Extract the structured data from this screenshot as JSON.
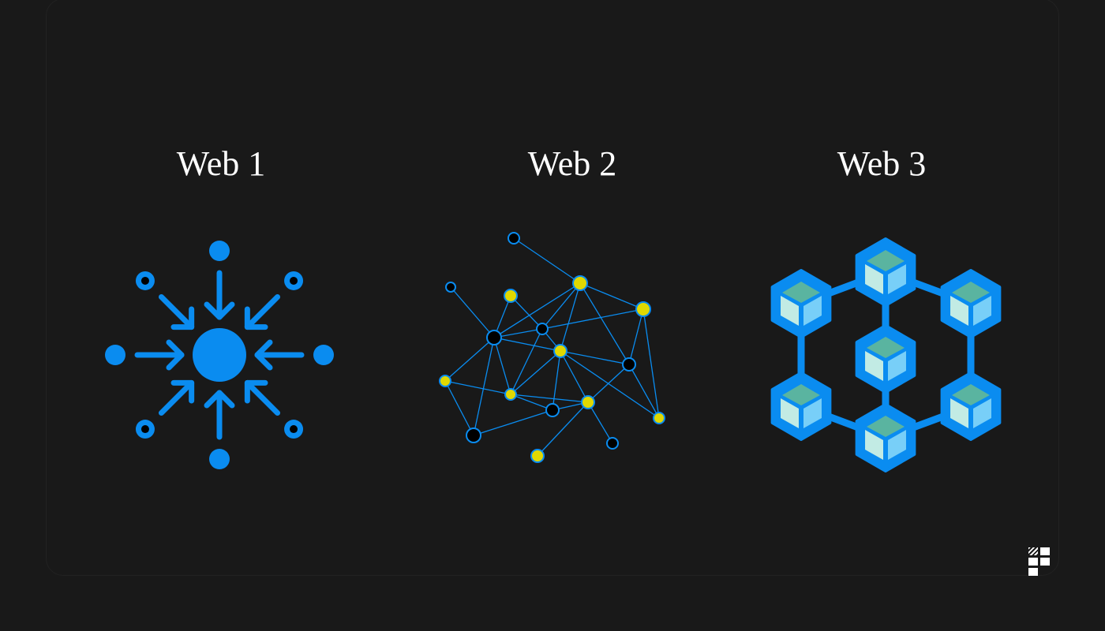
{
  "titles": {
    "web1": "Web 1",
    "web2": "Web 2",
    "web3": "Web 3"
  },
  "colors": {
    "background": "#191919",
    "blue": "#0a8cf0",
    "node_yellow": "#e0d800",
    "node_dark": "#000000",
    "cube_top": "#5ab4a0",
    "cube_left": "#c2ebe4",
    "cube_right": "#78cff8"
  },
  "icons": {
    "web1": "centralized-hub-icon",
    "web2": "network-graph-icon",
    "web3": "blockchain-cubes-icon",
    "brand": "brand-logo-icon"
  }
}
